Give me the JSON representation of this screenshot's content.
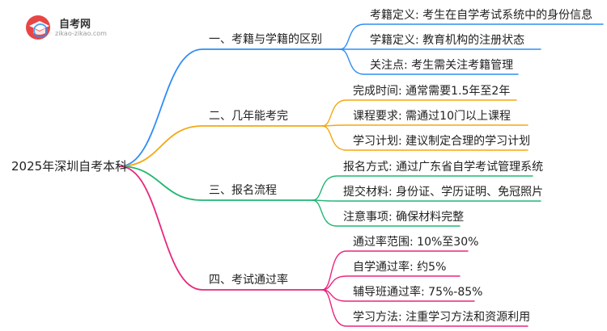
{
  "logo": {
    "name": "自考网",
    "url": "zikao-zikao.com"
  },
  "root": {
    "label": "2025年深圳自考本科"
  },
  "branches": [
    {
      "label": "一、考籍与学籍的区别",
      "color": "#2f8df5",
      "children": [
        "考籍定义: 考生在自学考试系统中的身份信息",
        "学籍定义: 教育机构的注册状态",
        "关注点: 考生需关注考籍管理"
      ]
    },
    {
      "label": "二、几年能考完",
      "color": "#f5a711",
      "children": [
        "完成时间: 通常需要1.5年至2年",
        "课程要求: 需通过10门以上课程",
        "学习计划: 建议制定合理的学习计划"
      ]
    },
    {
      "label": "三、报名流程",
      "color": "#22b573",
      "children": [
        "报名方式: 通过广东省自学考试管理系统",
        "提交材料: 身份证、学历证明、免冠照片",
        "注意事项: 确保材料完整"
      ]
    },
    {
      "label": "四、考试通过率",
      "color": "#e8267d",
      "children": [
        "通过率范围: 10%至30%",
        "自学通过率: 约5%",
        "辅导班通过率: 75%-85%",
        "学习方法: 注重学习方法和资源利用"
      ]
    }
  ]
}
